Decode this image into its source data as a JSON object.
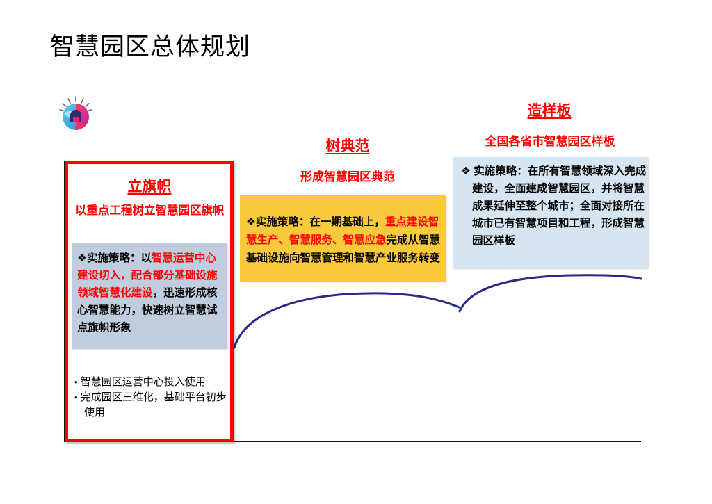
{
  "slide": {
    "title": "智慧园区总体规划",
    "logo_icon": "smart-park-globe-icon",
    "accent_red": "#FF0000",
    "curve_color": "#2A2A8C",
    "axis_color": "#111111"
  },
  "stages": [
    {
      "id": "stage-1",
      "title": "立旗帜",
      "subtitle": "以重点工程树立智慧园区旗帜",
      "box_color": "#BFCDDF",
      "border_color": "#FF0000",
      "strategy_prefix": "❖实施策略：以",
      "strategy_parts": [
        {
          "text": "❖实施策略：以",
          "highlight": false
        },
        {
          "text": "智慧运营中心建设切入，配合部分基础设施领域智慧化建设",
          "highlight": true
        },
        {
          "text": "，迅速形成核心智慧能力，快速树立智慧试点旗帜形象",
          "highlight": false
        }
      ],
      "bullets": [
        "智慧园区运营中心投入使用",
        "完成园区三维化，基础平台初步使用"
      ]
    },
    {
      "id": "stage-2",
      "title": "树典范",
      "subtitle": "形成智慧园区典范",
      "box_color": "#FBC93C",
      "strategy_parts": [
        {
          "text": "❖实施策略：在一期基础上，",
          "highlight": false
        },
        {
          "text": "重点建设智慧生产、智慧服务、智慧应急",
          "highlight": true
        },
        {
          "text": "完成从智慧基础设施向智慧管理和智慧产业服务转变",
          "highlight": false
        }
      ]
    },
    {
      "id": "stage-3",
      "title": "造样板",
      "subtitle": "全国各省市智慧园区样板",
      "box_color": "#D5E5F1",
      "strategy_text": "❖ 实施策略：在所有智慧领域深入完成建设，全面建成智慧园区，并将智慧成果延伸至整个城市；全面对接所在城市已有智慧项目和工程，形成智慧园区样板"
    }
  ]
}
